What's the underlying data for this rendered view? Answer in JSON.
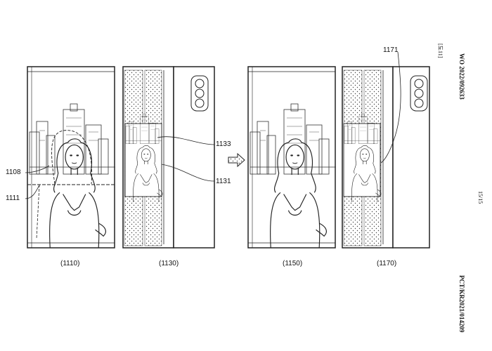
{
  "header": {
    "publication": "WO 2022/092633",
    "figure_label": "[도11]",
    "page": "15/15",
    "application": "PCT/KR2021/014209"
  },
  "panels": [
    {
      "id": "1110",
      "caption": "(1110)"
    },
    {
      "id": "1130",
      "caption": "(1130)"
    },
    {
      "id": "1150",
      "caption": "(1150)"
    },
    {
      "id": "1170",
      "caption": "(1170)"
    }
  ],
  "reference_labels": {
    "r1108": "1108",
    "r1111": "1111",
    "r1133": "1133",
    "r1131": "1131",
    "r1171": "1171"
  }
}
